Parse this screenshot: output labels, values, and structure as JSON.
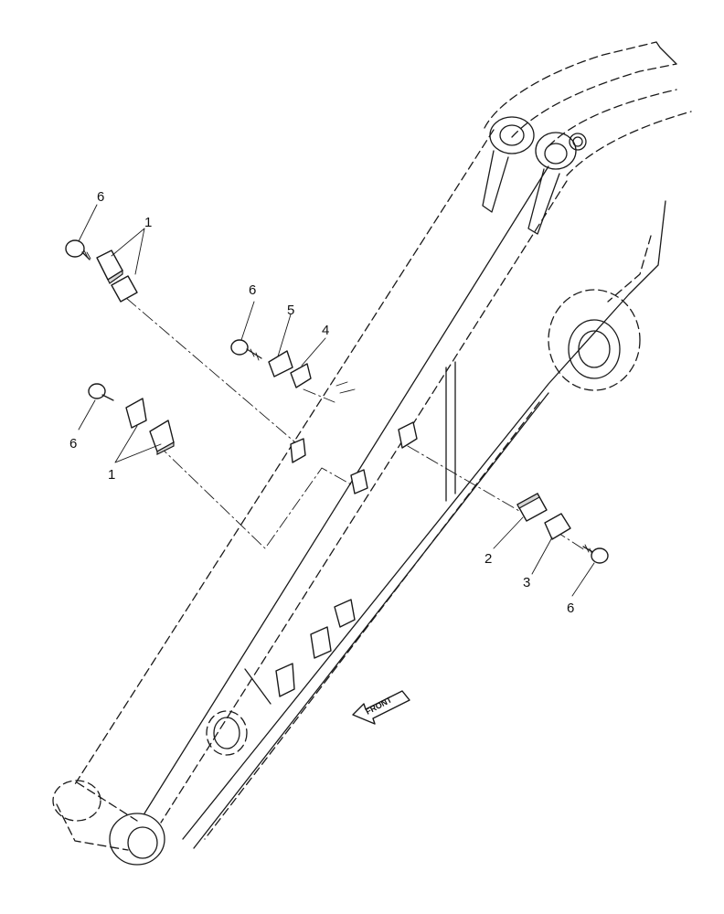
{
  "callouts": [
    {
      "id": "c1",
      "text": "6"
    },
    {
      "id": "c2",
      "text": "1"
    },
    {
      "id": "c3",
      "text": "6"
    },
    {
      "id": "c4",
      "text": "5"
    },
    {
      "id": "c5",
      "text": "4"
    },
    {
      "id": "c6",
      "text": "6"
    },
    {
      "id": "c7",
      "text": "1"
    },
    {
      "id": "c8",
      "text": "2"
    },
    {
      "id": "c9",
      "text": "3"
    },
    {
      "id": "c10",
      "text": "6"
    }
  ],
  "front_arrow": {
    "text": "FRONT"
  }
}
